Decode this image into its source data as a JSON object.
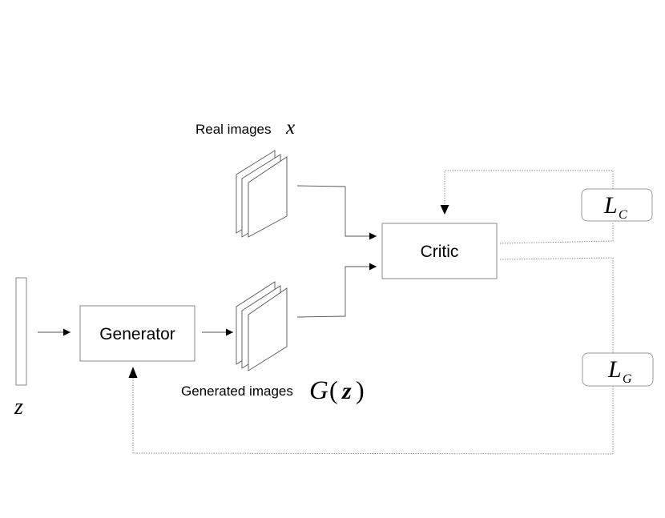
{
  "latent": {
    "symbol": "z"
  },
  "generator": {
    "label": "Generator"
  },
  "real_images": {
    "label": "Real images",
    "symbol": "x"
  },
  "generated_images": {
    "label": "Generated images",
    "func": "G",
    "open_paren": "(",
    "arg": "z",
    "close_paren": ")"
  },
  "critic": {
    "label": "Critic"
  },
  "loss_critic": {
    "base": "L",
    "subscript": "C"
  },
  "loss_generator": {
    "base": "L",
    "subscript": "G"
  }
}
